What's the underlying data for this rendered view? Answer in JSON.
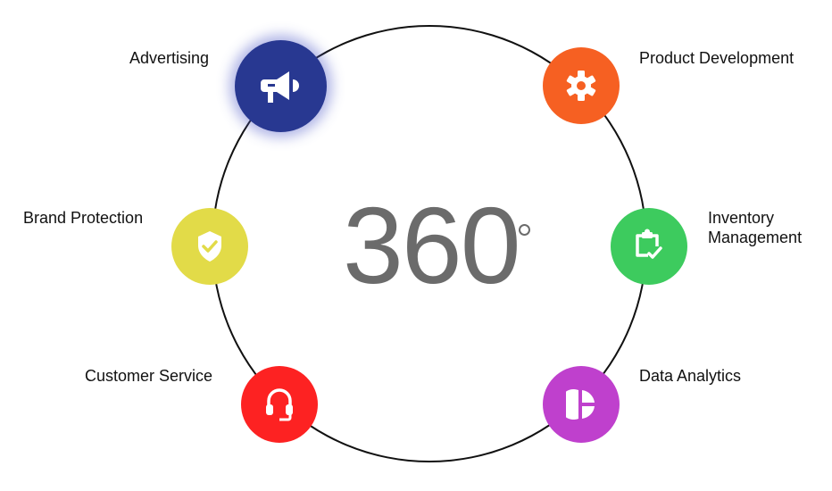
{
  "center": {
    "value": "360",
    "unit_symbol": "°"
  },
  "items": [
    {
      "label": "Advertising",
      "icon": "megaphone-icon",
      "color": "#283891"
    },
    {
      "label": "Product Development",
      "icon": "gear-icon",
      "color": "#F66022"
    },
    {
      "label": "Brand Protection",
      "icon": "shield-check-icon",
      "color": "#E2DB48"
    },
    {
      "label_line1": "Inventory",
      "label_line2": "Management",
      "icon": "clipboard-check-icon",
      "color": "#3DCB5E"
    },
    {
      "label": "Customer Service",
      "icon": "headset-icon",
      "color": "#FD2222"
    },
    {
      "label": "Data Analytics",
      "icon": "pie-chart-icon",
      "color": "#BF40CD"
    }
  ]
}
